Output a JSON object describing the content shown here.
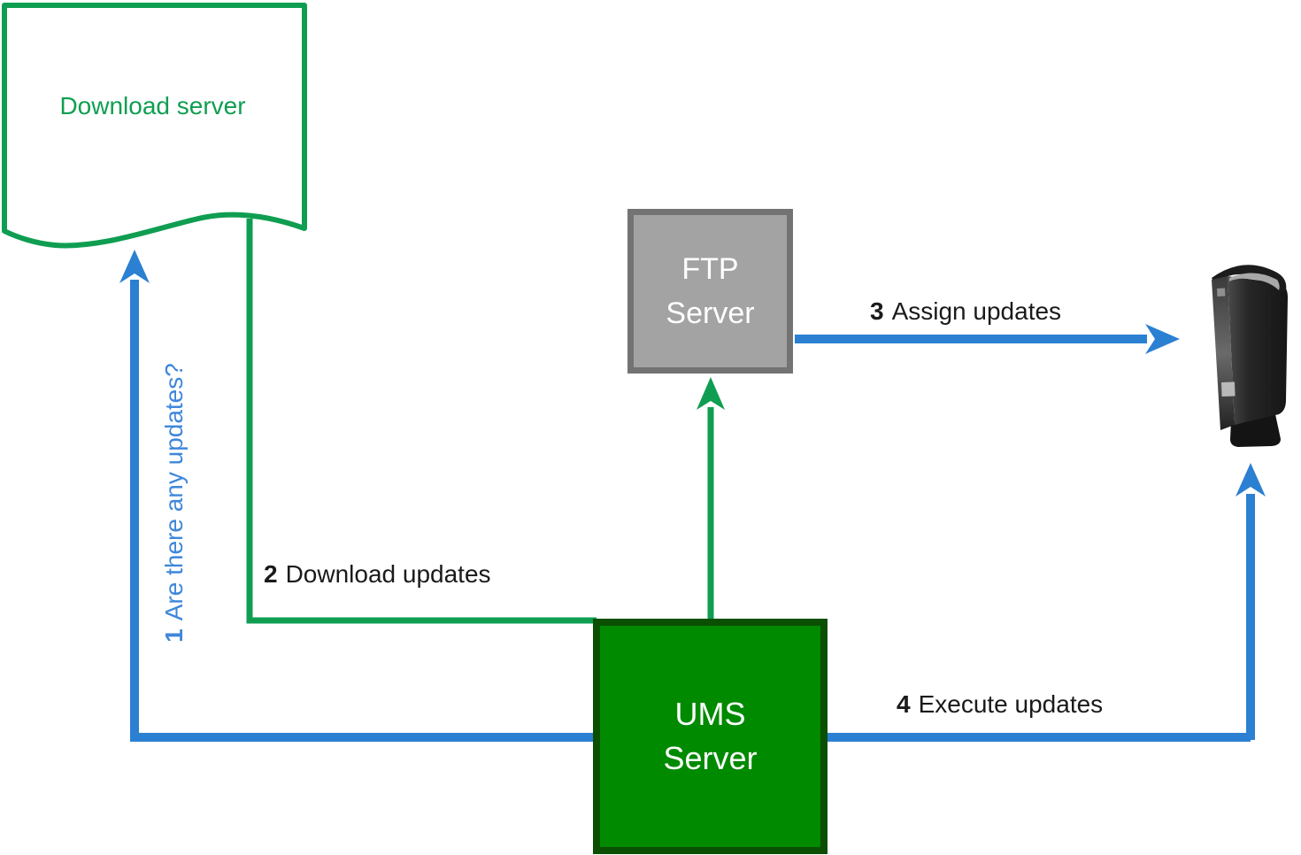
{
  "nodes": {
    "download_server": {
      "line1": "Download",
      "line2": "server",
      "shape": "document",
      "color": "#0f9e51"
    },
    "ftp_server": {
      "line1": "FTP",
      "line2": "Server",
      "fill": "#a3a3a3",
      "border": "#737373"
    },
    "ums_server": {
      "line1": "UMS",
      "line2": "Server",
      "fill": "#008a00",
      "border": "#0b4f02"
    },
    "thin_client": {
      "name": "thin-client-device"
    }
  },
  "arrows": [
    {
      "num": "1",
      "label": "Are there any updates?",
      "color": "#2b80d2",
      "from": "UMS Server",
      "to": "Download server"
    },
    {
      "num": "2",
      "label": "Download updates",
      "color": "#0f9e51",
      "from": "Download server",
      "to": "UMS Server"
    },
    {
      "num": "3",
      "label": "Assign updates",
      "color": "#2b80d2",
      "from": "FTP Server",
      "to": "Thin client"
    },
    {
      "num": "4",
      "label": "Execute updates",
      "color": "#2b80d2",
      "from": "UMS Server",
      "to": "Thin client"
    }
  ],
  "colors": {
    "green": "#0f9e51",
    "blue": "#2b80d2",
    "label_text": "#1a1a1a",
    "node_text": "#ffffff"
  }
}
